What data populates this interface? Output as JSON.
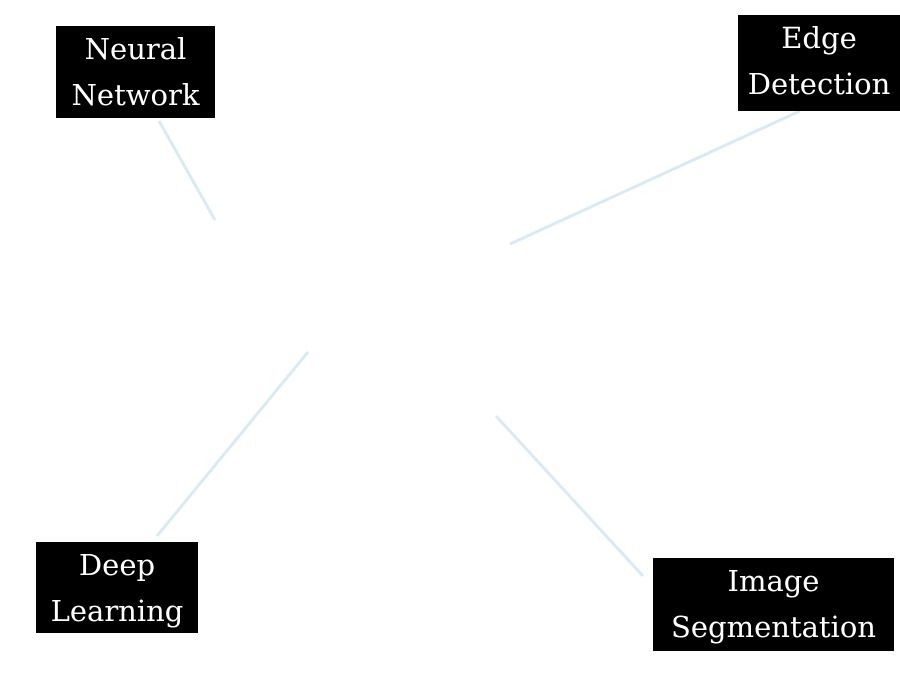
{
  "diagram": {
    "line_color": "#d6ebf3",
    "node_background": "#000000",
    "node_text_color": "#ffffff",
    "nodes": [
      {
        "id": "neural-network",
        "lines": [
          "Neural",
          "Network"
        ]
      },
      {
        "id": "edge-detection",
        "lines": [
          "Edge",
          "Detection"
        ]
      },
      {
        "id": "deep-learning",
        "lines": [
          "Deep",
          "Learning"
        ]
      },
      {
        "id": "image-segmentation",
        "lines": [
          "Image",
          "Segmentation"
        ]
      }
    ]
  }
}
